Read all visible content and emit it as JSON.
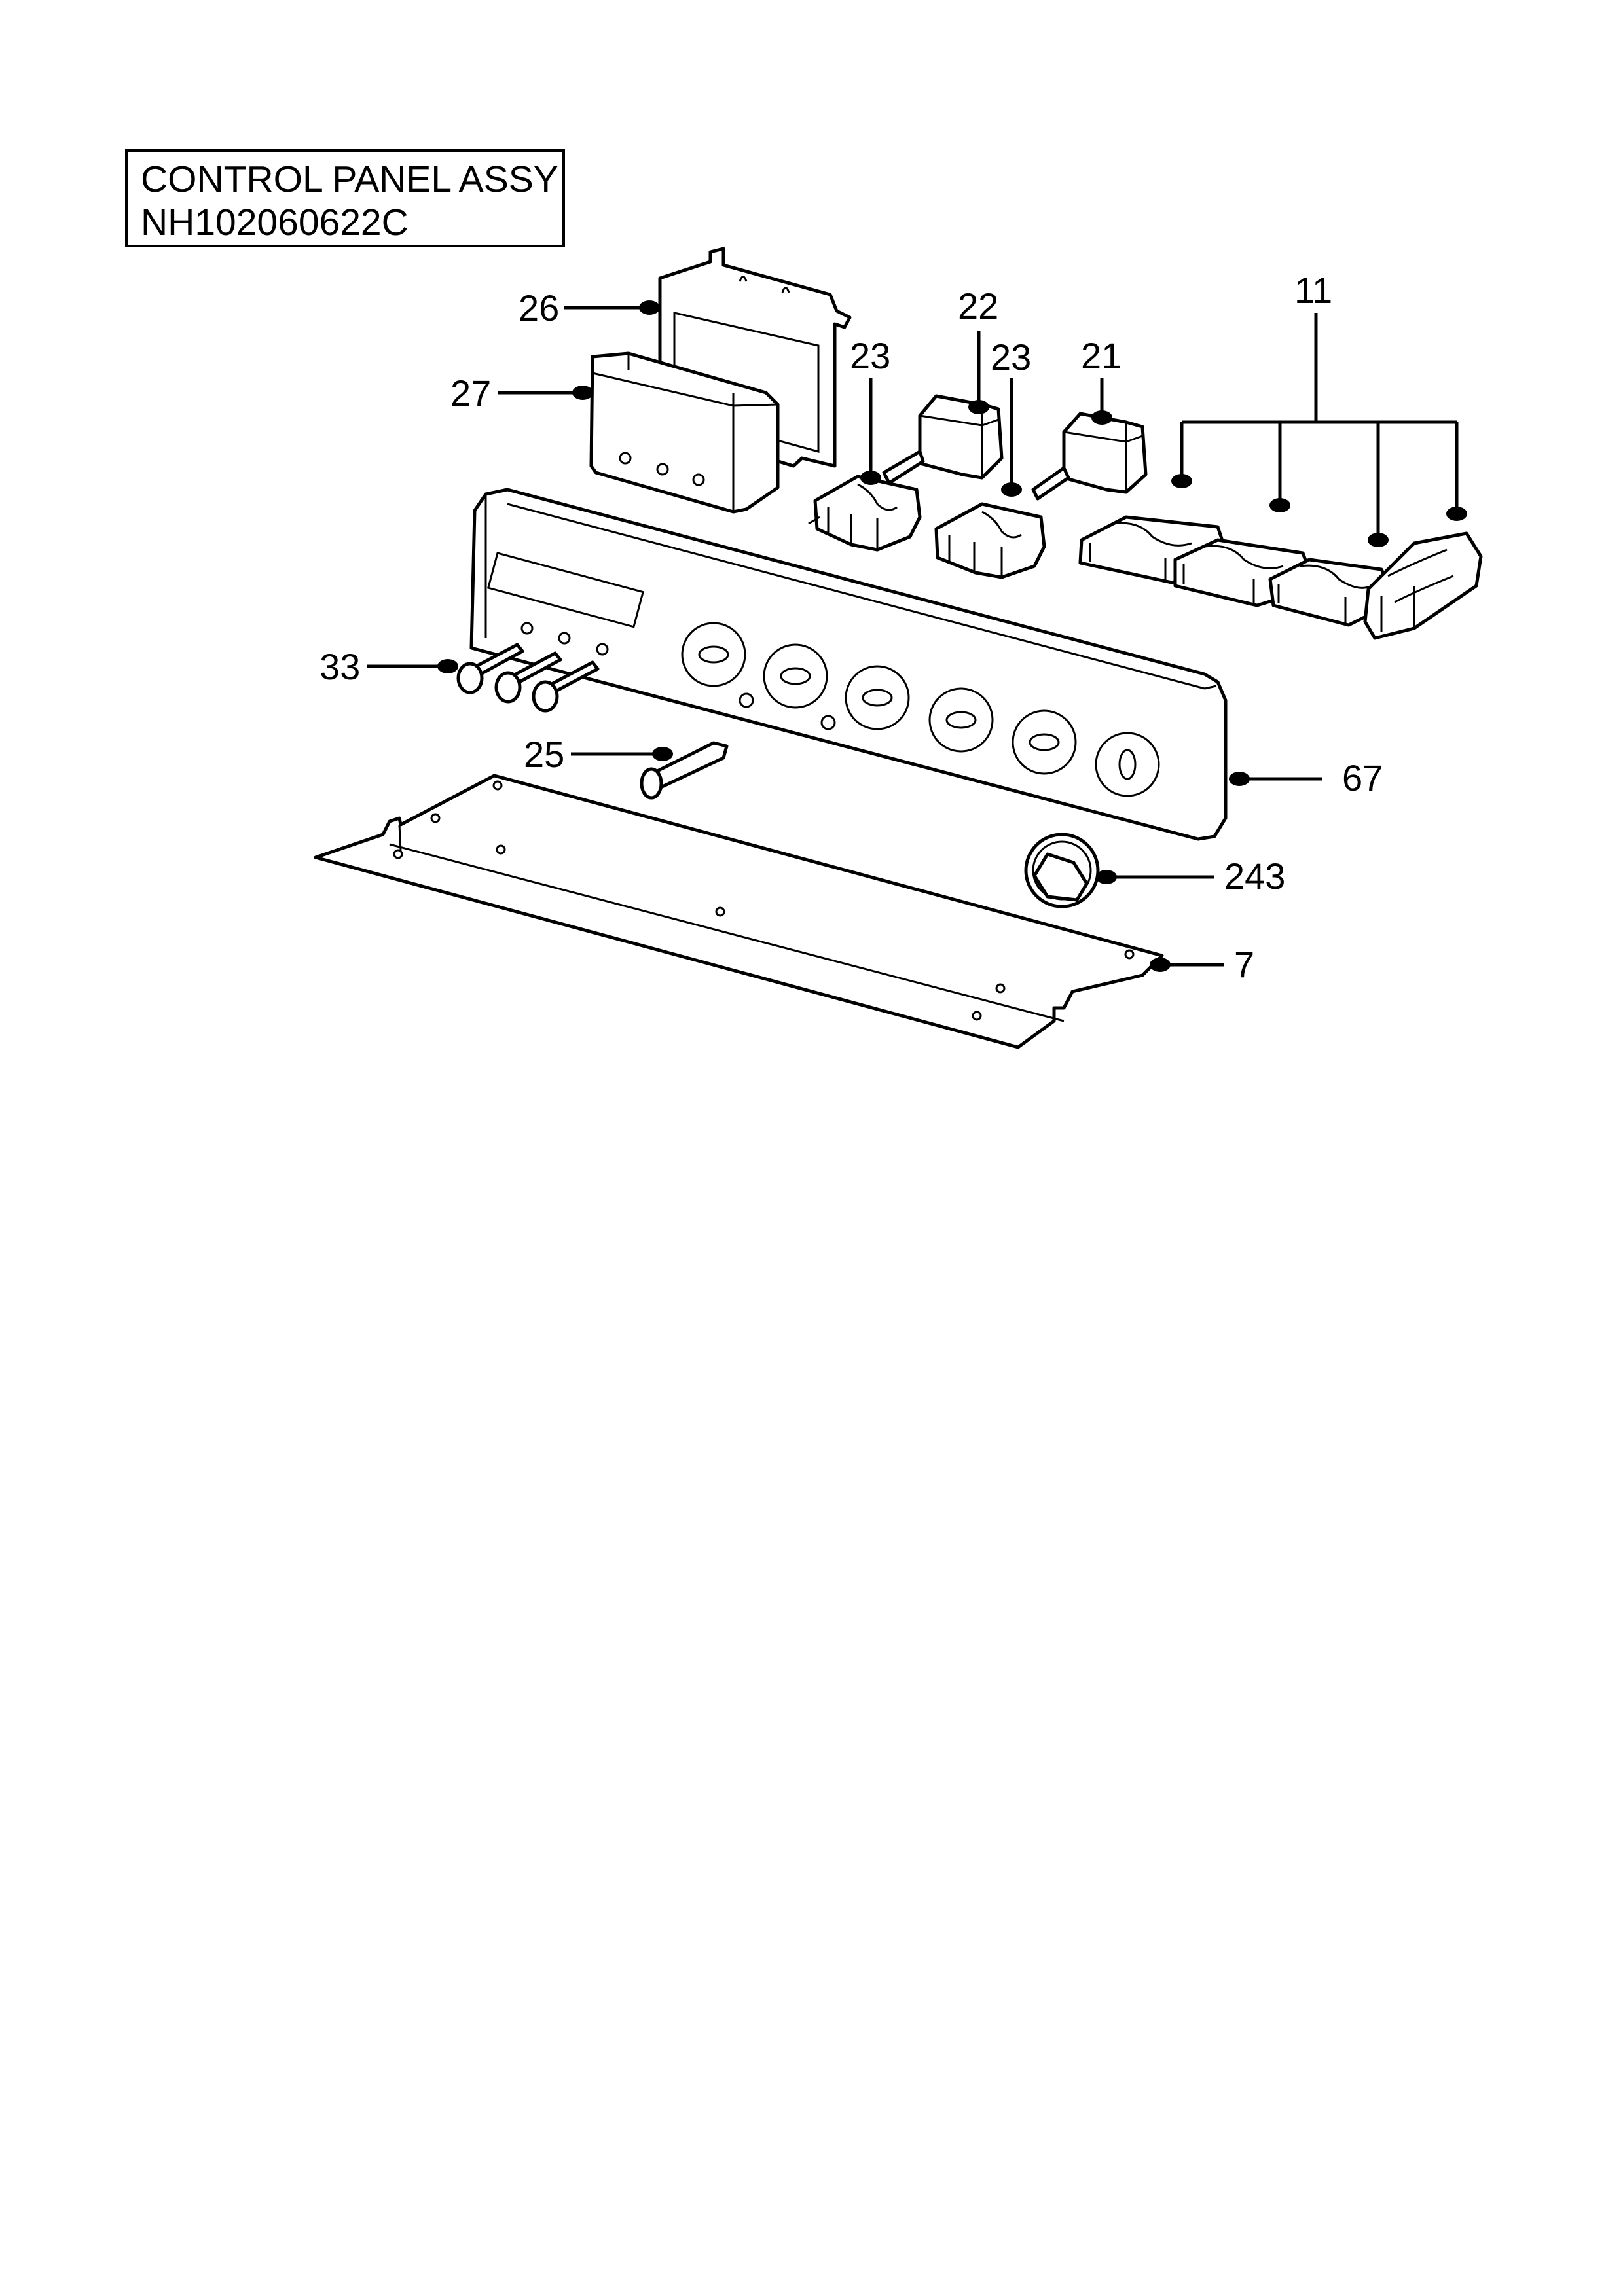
{
  "title": {
    "line1": "CONTROL PANEL ASSY",
    "line2": "NH102060622C"
  },
  "callouts": {
    "c26": "26",
    "c27": "27",
    "c22": "22",
    "c23a": "23",
    "c23b": "23",
    "c21": "21",
    "c11": "11",
    "c33": "33",
    "c25": "25",
    "c67": "67",
    "c243": "243",
    "c7": "7"
  }
}
